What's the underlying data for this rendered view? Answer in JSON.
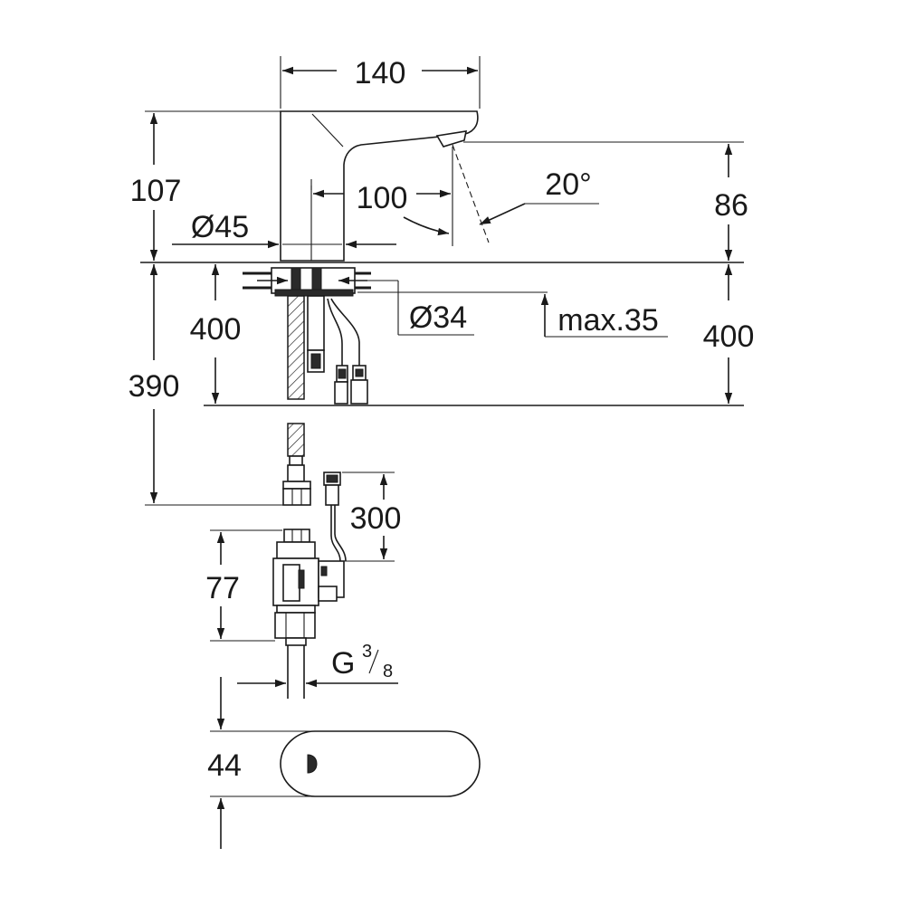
{
  "dimensions": {
    "width_140": "140",
    "height_107": "107",
    "reach_100": "100",
    "body_diameter": "Ø45",
    "angle": "20°",
    "spout_height_86": "86",
    "hole_diameter": "Ø34",
    "deck_thickness": "max.35",
    "hose_400_left": "400",
    "hose_400_right": "400",
    "hose_390": "390",
    "cable_300": "300",
    "valve_77": "77",
    "thread_prefix": "G",
    "thread_num": "3",
    "thread_den": "8",
    "sensor_44": "44"
  },
  "icons": {
    "arrowheads": "filled-triangle-arrow",
    "wall_hatch": "diagonal-hatch"
  }
}
